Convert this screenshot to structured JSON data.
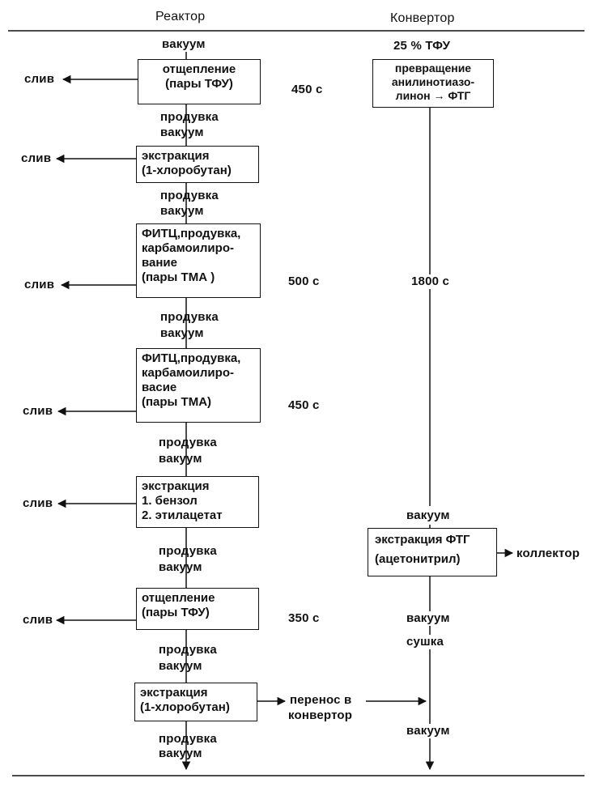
{
  "headers": {
    "reactor": "Реактор",
    "converter": "Конвертор"
  },
  "reactor": {
    "top_vacuum": "вакуум",
    "boxes": [
      {
        "lines": [
          "отщепление",
          "(пары ТФУ)"
        ]
      },
      {
        "lines": [
          "экстракция",
          "(1-хлоробутан)"
        ]
      },
      {
        "lines": [
          "ФИТЦ,продувка,",
          "карбамоилиро-",
          "вание",
          "(пары ТМА )"
        ]
      },
      {
        "lines": [
          "ФИТЦ,продувка,",
          "карбамоилиро-",
          "ваcие",
          "(пары ТМА)"
        ]
      },
      {
        "lines": [
          "экстракция",
          "1.  бензол",
          "2.  этилацетат"
        ]
      },
      {
        "lines": [
          "отщепление",
          "(пары ТФУ)"
        ]
      },
      {
        "lines": [
          "экстракция",
          "(1-хлоробутан)"
        ]
      }
    ],
    "between": [
      [
        "продувка",
        "вакуум"
      ],
      [
        "продувка",
        "вакуум"
      ],
      [
        "продувка",
        "вакуум"
      ],
      [
        "продувка",
        "вакуум"
      ],
      [
        "продувка",
        "вакуум"
      ],
      [
        "продувка",
        "вакуум"
      ]
    ],
    "bottom": [
      "продувка",
      "вакуум"
    ],
    "drain_label": "слив",
    "times": [
      "450 с",
      "500 с",
      "450 с",
      "350 с"
    ],
    "transfer": [
      "перенос в",
      "конвертор"
    ]
  },
  "converter": {
    "top_label": "25 % ТФУ",
    "box_top": [
      "превращение",
      "анилинотиазо-",
      "линон → ФТГ"
    ],
    "time": "1800 с",
    "vacuum_1": "вакуум",
    "box_extract": [
      "экстракция ФТГ",
      "(ацетонитрил)"
    ],
    "collector": "коллектор",
    "vacuum_2": "вакуум",
    "drying": "сушка",
    "vacuum_3": "вакуум"
  }
}
